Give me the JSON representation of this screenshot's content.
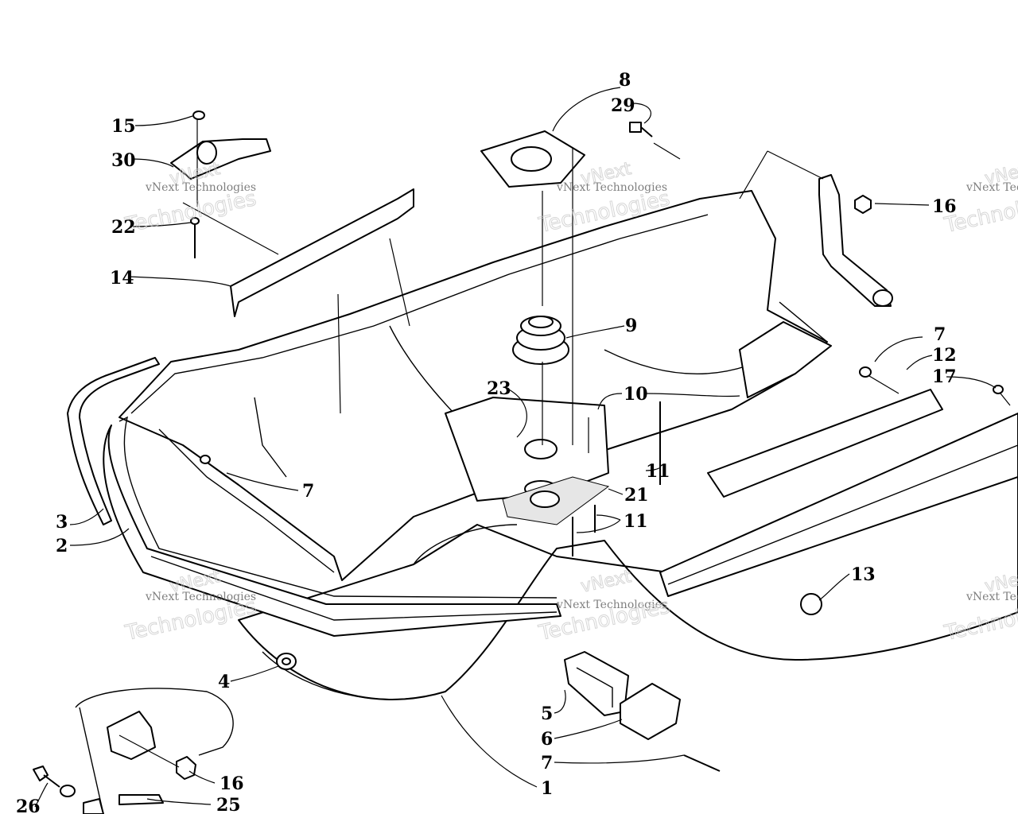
{
  "callouts": [
    {
      "id": "c8",
      "label": "8"
    },
    {
      "id": "c29",
      "label": "29"
    },
    {
      "id": "c15",
      "label": "15"
    },
    {
      "id": "c30",
      "label": "30"
    },
    {
      "id": "c22",
      "label": "22"
    },
    {
      "id": "c14",
      "label": "14"
    },
    {
      "id": "c16a",
      "label": "16"
    },
    {
      "id": "c9",
      "label": "9"
    },
    {
      "id": "c7a",
      "label": "7"
    },
    {
      "id": "c12",
      "label": "12"
    },
    {
      "id": "c17",
      "label": "17"
    },
    {
      "id": "c23",
      "label": "23"
    },
    {
      "id": "c10",
      "label": "10"
    },
    {
      "id": "c7b",
      "label": "7"
    },
    {
      "id": "c11a",
      "label": "11"
    },
    {
      "id": "c21",
      "label": "21"
    },
    {
      "id": "c11b",
      "label": "11"
    },
    {
      "id": "c3",
      "label": "3"
    },
    {
      "id": "c2",
      "label": "2"
    },
    {
      "id": "c13",
      "label": "13"
    },
    {
      "id": "c4",
      "label": "4"
    },
    {
      "id": "c5",
      "label": "5"
    },
    {
      "id": "c6",
      "label": "6"
    },
    {
      "id": "c7c",
      "label": "7"
    },
    {
      "id": "c1",
      "label": "1"
    },
    {
      "id": "c16b",
      "label": "16"
    },
    {
      "id": "c25",
      "label": "25"
    },
    {
      "id": "c26",
      "label": "26"
    }
  ],
  "watermark": {
    "line1": "vNext Technologies",
    "line2": "Technologies",
    "line3": "vNext"
  }
}
